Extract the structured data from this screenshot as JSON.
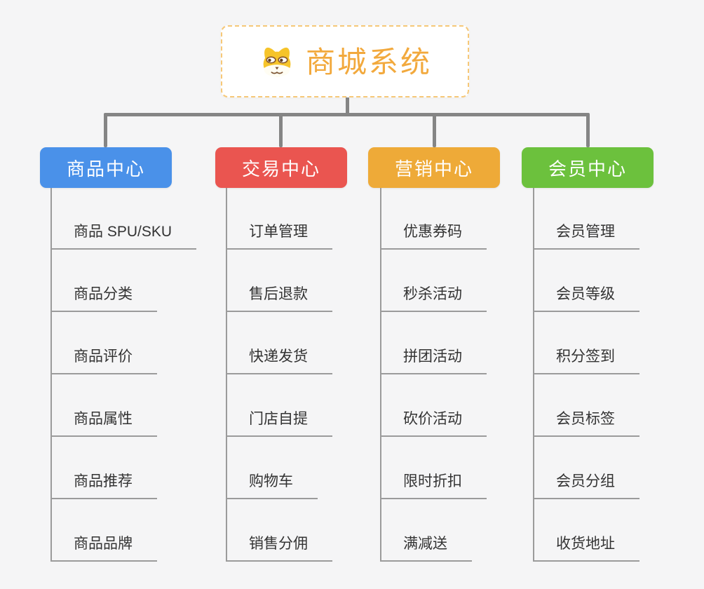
{
  "root": {
    "title": "商城系统",
    "icon": "shiba-dog-icon",
    "text_color": "#f2a93d",
    "border_color": "#f6c878"
  },
  "connector_color": "#858585",
  "branches": [
    {
      "label": "商品中心",
      "color": "#4a91e9",
      "items": [
        "商品 SPU/SKU",
        "商品分类",
        "商品评价",
        "商品属性",
        "商品推荐",
        "商品品牌"
      ]
    },
    {
      "label": "交易中心",
      "color": "#ea5550",
      "items": [
        "订单管理",
        "售后退款",
        "快递发货",
        "门店自提",
        "购物车",
        "销售分佣"
      ]
    },
    {
      "label": "营销中心",
      "color": "#eeaa38",
      "items": [
        "优惠券码",
        "秒杀活动",
        "拼团活动",
        "砍价活动",
        "限时折扣",
        "满减送"
      ]
    },
    {
      "label": "会员中心",
      "color": "#6cc13d",
      "items": [
        "会员管理",
        "会员等级",
        "积分签到",
        "会员标签",
        "会员分组",
        "收货地址"
      ]
    }
  ]
}
